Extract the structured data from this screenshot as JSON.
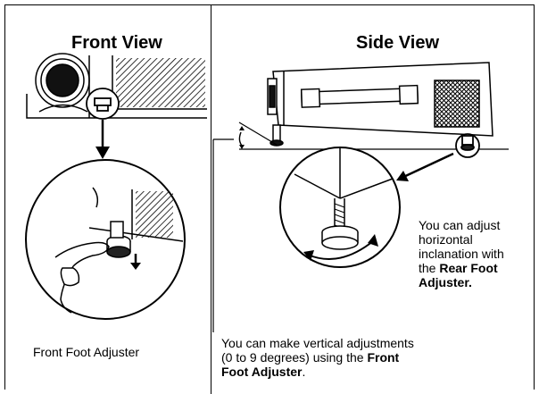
{
  "front": {
    "title": "Front View",
    "caption": "Front Foot Adjuster"
  },
  "side": {
    "title": "Side View",
    "rear_note": {
      "line1": "You can adjust",
      "line2": "horizontal",
      "line3": "inclanation with",
      "line4_pre": "the ",
      "line4_bold": "Rear Foot",
      "line5_bold": "Adjuster."
    },
    "front_note": {
      "line1": "You can make vertical adjustments",
      "line2_pre": "(0 to 9 degrees) using the ",
      "line2_bold": "Front",
      "line3_bold": "Foot Adjuster",
      "line3_post": "."
    }
  }
}
